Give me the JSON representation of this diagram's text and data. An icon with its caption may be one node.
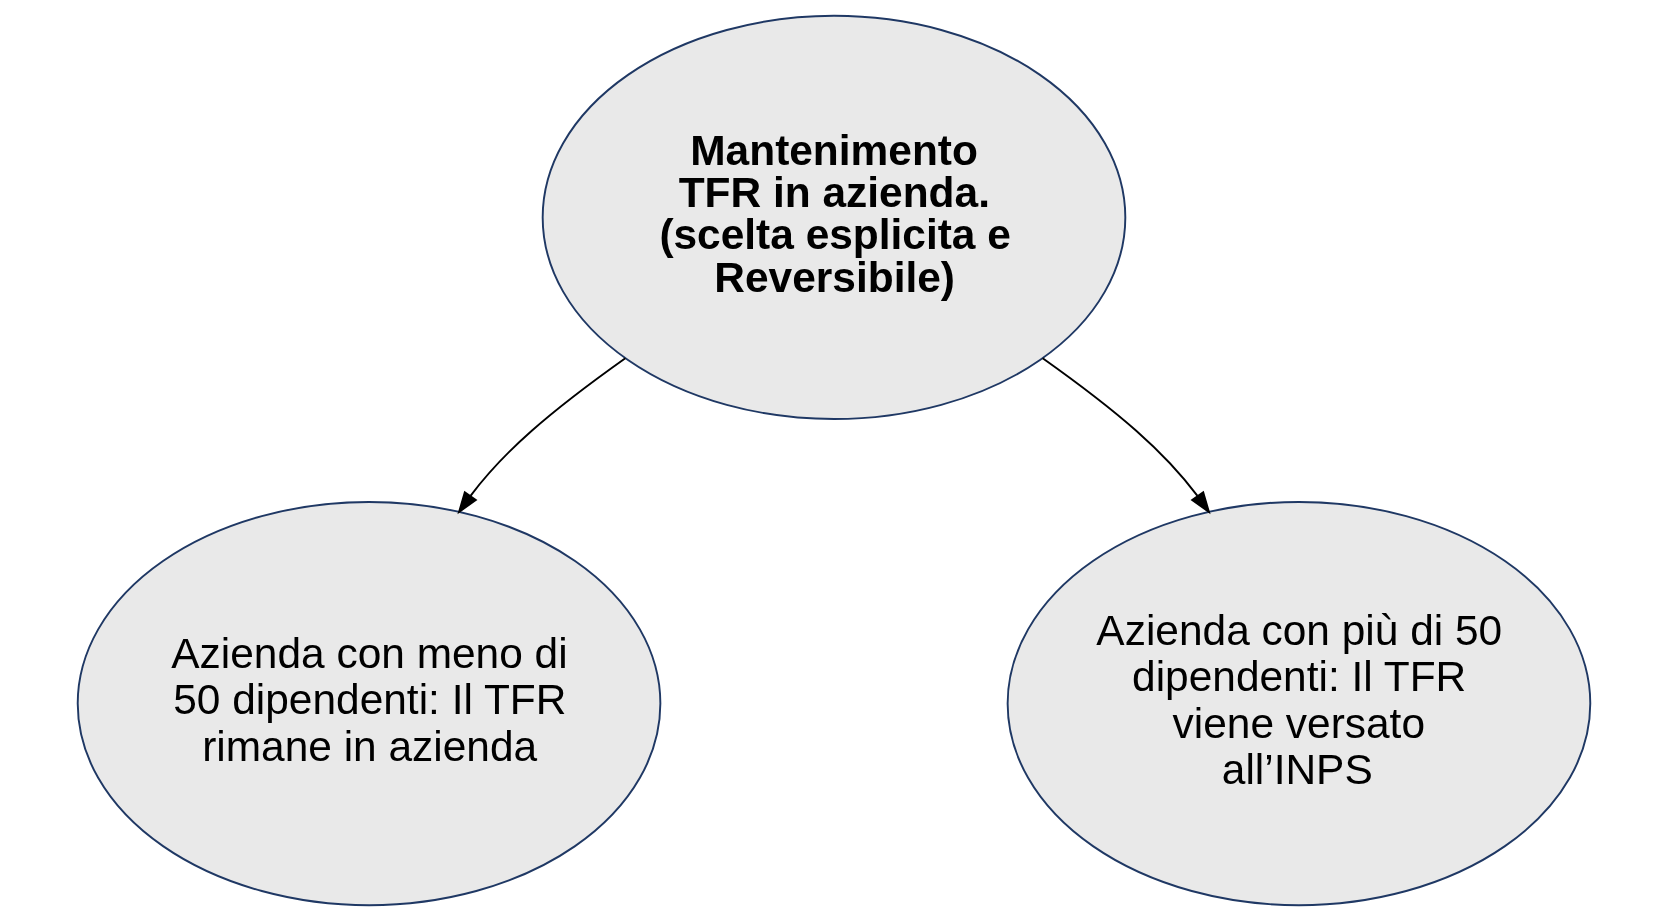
{
  "diagram": {
    "nodes": [
      {
        "text": [
          "Mantenimento TFR in azienda. (scelta esplicita e Reversibile)"
        ]
      },
      {
        "text": [
          "Azienda con meno di 50 dipendenti: Il TFR rimane in azienda"
        ]
      },
      {
        "text": [
          "Azienda con più di 50 dipendenti: Il TFR viene versato all’INPS"
        ]
      }
    ],
    "edges": [
      {
        "from": 0,
        "to": 1,
        "arrow": "to"
      },
      {
        "from": 0,
        "to": 2,
        "arrow": "to"
      }
    ]
  }
}
